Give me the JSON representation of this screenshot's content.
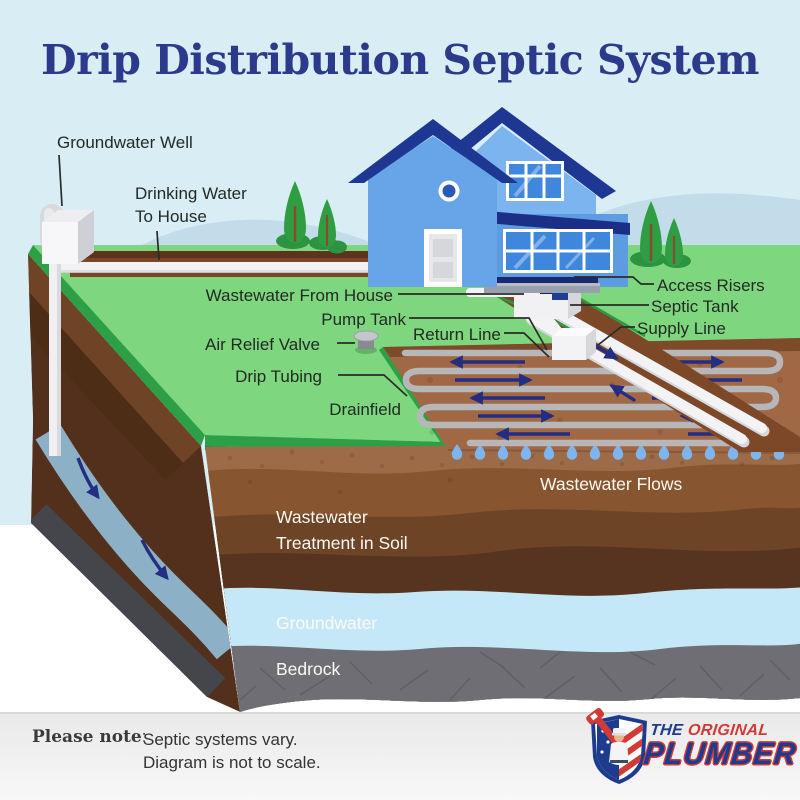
{
  "title": "Drip Distribution Septic System",
  "callouts": {
    "groundwater_well": "Groundwater Well",
    "drinking_water_line1": "Drinking Water",
    "drinking_water_line2": "To House",
    "wastewater_from_house": "Wastewater From House",
    "pump_tank": "Pump Tank",
    "return_line": "Return Line",
    "air_relief_valve": "Air Relief Valve",
    "drip_tubing": "Drip Tubing",
    "drainfield": "Drainfield",
    "access_risers": "Access Risers",
    "septic_tank": "Septic Tank",
    "supply_line": "Supply Line",
    "wastewater_flows": "Wastewater Flows"
  },
  "layer_labels": {
    "soil_line1": "Wastewater",
    "soil_line2": "Treatment in Soil",
    "groundwater": "Groundwater",
    "bedrock": "Bedrock"
  },
  "note": {
    "prefix": "Please note",
    "colon": ":",
    "line1": "Septic systems vary.",
    "line2": "Diagram is not to scale."
  },
  "logo": {
    "word1": "THE",
    "word2": "ORIGINAL",
    "word3": "PLUMBER"
  },
  "colors": {
    "title_navy": "#2c3a8c",
    "arrow_navy": "#232e82",
    "sky_blue": "#d9edf4",
    "grass_green": "#7ed77e",
    "groundwater_blue": "#c4e8f7",
    "logo_navy": "#1d3c8f",
    "logo_red": "#d23a36"
  }
}
